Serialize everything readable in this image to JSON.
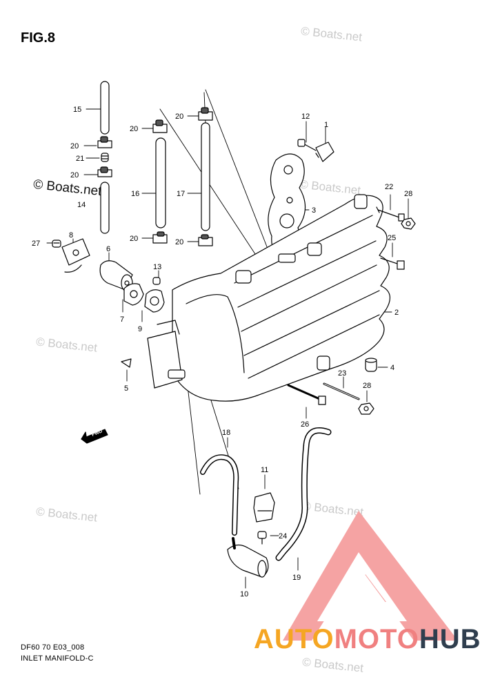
{
  "figure": {
    "title": "FIG.8"
  },
  "captions": {
    "code": "DF60 70 E03_008",
    "name": "INLET MANIFOLD-C"
  },
  "watermark": {
    "text": "© Boats.net"
  },
  "brand": {
    "part1": "AUTO",
    "part2": "MOTO",
    "part3": "HUB",
    "colors": {
      "auto": "#f5a623",
      "moto": "#f08080",
      "hub": "#2f3e4e",
      "logo": "#f08080"
    }
  },
  "direction_label": "FWD",
  "callouts": {
    "p1": "1",
    "p2": "2",
    "p3": "3",
    "p4": "4",
    "p5": "5",
    "p6": "6",
    "p7": "7",
    "p8": "8",
    "p9": "9",
    "p10": "10",
    "p11": "11",
    "p12": "12",
    "p13": "13",
    "p14": "14",
    "p15": "15",
    "p16": "16",
    "p17": "17",
    "p18": "18",
    "p19": "19",
    "p20": "20",
    "p21": "21",
    "p22": "22",
    "p23": "23",
    "p24": "24",
    "p25": "25",
    "p26": "26",
    "p27": "27",
    "p28": "28"
  }
}
